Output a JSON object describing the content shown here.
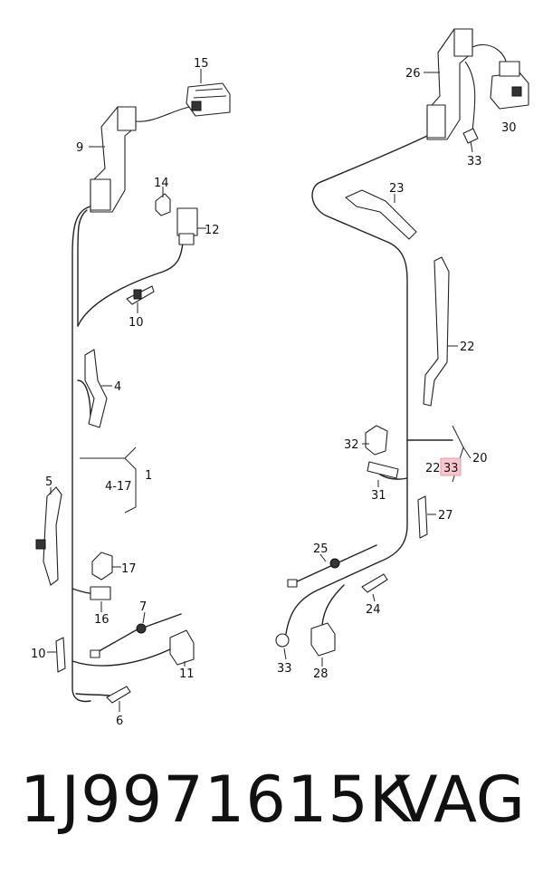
{
  "part_number": "1J9971615K",
  "brand": "VAG",
  "callouts": {
    "c15": "15",
    "c9": "9",
    "c14": "14",
    "c12": "12",
    "c10a": "10",
    "c4": "4",
    "c1": "1",
    "c4_17": "4-17",
    "c5": "5",
    "c17": "17",
    "c16": "16",
    "c7": "7",
    "c10b": "10",
    "c11": "11",
    "c6": "6",
    "c26": "26",
    "c30": "30",
    "c33a": "33",
    "c23": "23",
    "c22a": "22",
    "c32": "32",
    "c20": "20",
    "c22_33_a": "22",
    "c22_33_b": "33",
    "c31": "31",
    "c27": "27",
    "c25": "25",
    "c24": "24",
    "c33b": "33",
    "c28": "28"
  },
  "colors": {
    "line": "#222222",
    "highlight": "#f6c6cc"
  }
}
